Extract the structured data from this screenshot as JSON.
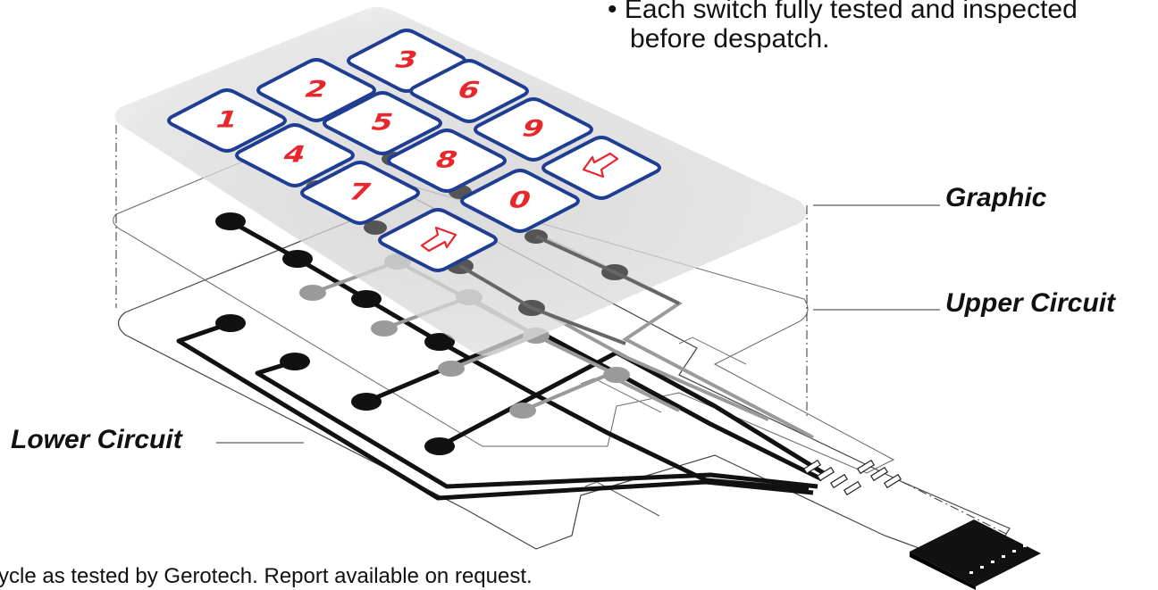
{
  "labels": {
    "graphic": "Graphic",
    "upper_circuit": "Upper Circuit",
    "lower_circuit": "Lower Circuit"
  },
  "notes": {
    "bullet_line1": "• Each switch fully tested and inspected",
    "bullet_line2": "before despatch.",
    "footer": "ycle as tested by Gerotech. Report available on request."
  },
  "keys": [
    {
      "id": "1",
      "text": "1"
    },
    {
      "id": "2",
      "text": "2"
    },
    {
      "id": "3",
      "text": "3"
    },
    {
      "id": "4",
      "text": "4"
    },
    {
      "id": "5",
      "text": "5"
    },
    {
      "id": "6",
      "text": "6"
    },
    {
      "id": "7",
      "text": "7"
    },
    {
      "id": "8",
      "text": "8"
    },
    {
      "id": "9",
      "text": "9"
    },
    {
      "id": "0",
      "text": "0"
    },
    {
      "id": "up",
      "text": "",
      "icon": "arrow-up-icon"
    },
    {
      "id": "down",
      "text": "",
      "icon": "arrow-down-icon"
    }
  ],
  "colors": {
    "key_border": "#1f3e93",
    "key_text": "#e8262b",
    "circuit_dark": "#111111",
    "circuit_light": "#9a9a9a",
    "graphic_overlay": "#d6d6d6"
  }
}
